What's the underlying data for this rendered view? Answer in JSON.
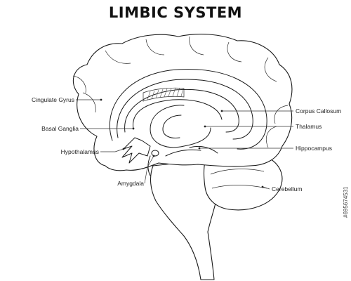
{
  "title": "LIMBIC SYSTEM",
  "labels": {
    "cingulate_gyrus": "Cingulate Gyrus",
    "basal_ganglia": "Basal Ganglia",
    "hypothalamus": "Hypothalamus",
    "amygdala": "Amygdala",
    "corpus_callosum": "Corpus Callosum",
    "thalamus": "Thalamus",
    "hippocampus": "Hippocampus",
    "cerebellum": "Cerebellum"
  },
  "watermark_id": "#695674531",
  "colors": {
    "line": "#1a1a1a",
    "background": "#ffffff",
    "text": "#222222"
  }
}
